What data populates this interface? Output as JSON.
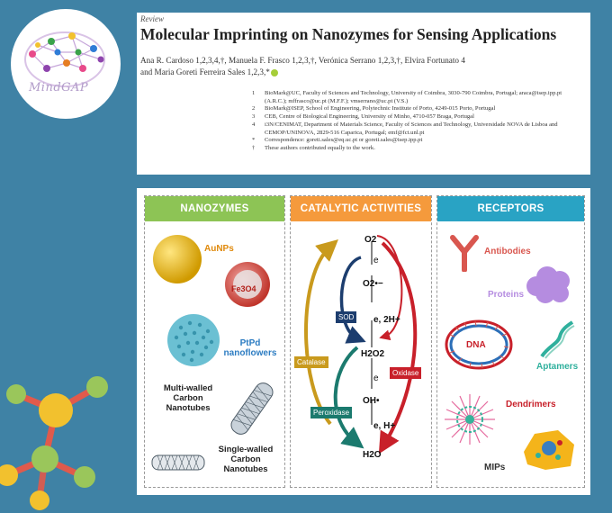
{
  "logo": {
    "text": "MindGAP"
  },
  "paper": {
    "kind": "Review",
    "title": "Molecular Imprinting on Nanozymes for Sensing Applications",
    "authors_line1": "Ana R. Cardoso 1,2,3,4,†, Manuela F. Frasco 1,2,3,†, Verónica Serrano 1,2,3,†, Elvira Fortunato 4",
    "authors_line2": "and Maria Goreti Ferreira Sales 1,2,3,*",
    "affiliations": [
      {
        "num": "1",
        "text": "BioMark@UC, Faculty of Sciences and Technology, University of Coimbra, 3030-790 Coimbra, Portugal; araca@isep.ipp.pt (A.R.C.); mffrasco@uc.pt (M.F.F.); vmserrano@uc.pt (V.S.)"
      },
      {
        "num": "2",
        "text": "BioMark@ISEP, School of Engineering, Polytechnic Institute of Porto, 4249-015 Porto, Portugal"
      },
      {
        "num": "3",
        "text": "CEB, Centre of Biological Engineering, University of Minho, 4710-057 Braga, Portugal"
      },
      {
        "num": "4",
        "text": "i3N/CENIMAT, Department of Materials Science, Faculty of Sciences and Technology, Universidade NOVA de Lisboa and CEMOP/UNINOVA, 2829-516 Caparica, Portugal; emf@fct.unl.pt"
      },
      {
        "num": "*",
        "text": "Correspondence: goreti.sales@eq.uc.pt or goreti.sales@isep.ipp.pt"
      },
      {
        "num": "†",
        "text": "These authors contributed equally to the work."
      }
    ]
  },
  "figure": {
    "nanozymes": {
      "header": "NANOZYMES",
      "color": "#8dc455",
      "aunps": "AuNPs",
      "fe3o4": "Fe3O4",
      "ptpd": "PtPd nanoflowers",
      "mwcnt": "Multi-walled Carbon Nanotubes",
      "swcnt": "Single-walled Carbon Nanotubes"
    },
    "catalytic": {
      "header": "CATALYTIC ACTIVITIES",
      "color": "#f59a3c",
      "o2": "O2",
      "e1": "e",
      "superoxide": "O2•−",
      "e2h": "e, 2H+",
      "h2o2": "H2O2",
      "e3": "e",
      "oh": "OH•",
      "eh": "e, H+",
      "h2o": "H2O",
      "sod": "SOD",
      "catalase": "Catalase",
      "oxidase": "Oxidase",
      "peroxidase": "Peroxidase"
    },
    "receptors": {
      "header": "RECEPTORS",
      "color": "#29a3c4",
      "antibodies": "Antibodies",
      "proteins": "Proteins",
      "dna": "DNA",
      "aptamers": "Aptamers",
      "dendrimers": "Dendrimers",
      "mips": "MIPs"
    }
  },
  "colors": {
    "background": "#3f82a5",
    "sod": "#1c3d6e",
    "catalase": "#c99a1d",
    "oxidase": "#c8202a",
    "peroxidase": "#1b7a6e"
  }
}
